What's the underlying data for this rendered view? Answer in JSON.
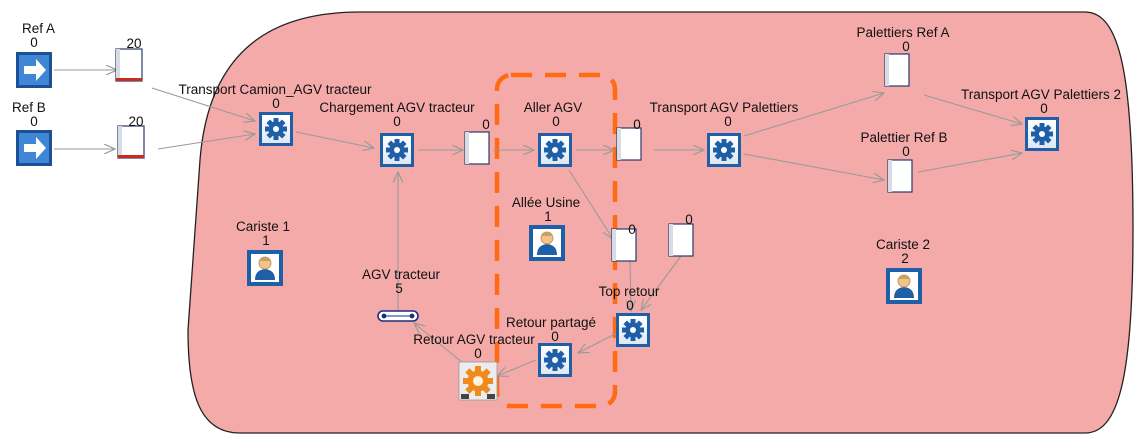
{
  "colors": {
    "zone_fill": "#f5aaaa",
    "zone_stroke": "#222222",
    "dashed_frame": "#ff6a13",
    "entry_icon": "#2a6fc4",
    "machine_icon": "#1e5fa8",
    "operator_icon": "#1e5fa8",
    "buffer_fill_bar": "#cc2a1a",
    "arrow": "#9a9a9a"
  },
  "icons": {
    "entry": "arrow-right-icon",
    "machine": "gear-icon",
    "buffer": "buffer-stock-icon",
    "operator": "operator-icon",
    "conveyor": "conveyor-icon",
    "assembly": "assembly-gear-icon"
  },
  "nodes": {
    "ref_a": {
      "label": "Ref A",
      "count": "0"
    },
    "ref_b": {
      "label": "Ref B",
      "count": "0"
    },
    "stock_a": {
      "count": "20"
    },
    "stock_b": {
      "count": "20"
    },
    "transport_camion": {
      "label": "Transport Camion_AGV tracteur",
      "count": "0"
    },
    "chargement": {
      "label": "Chargement AGV tracteur",
      "count": "0"
    },
    "buffer_after_chargement": {
      "count": "0"
    },
    "aller_agv": {
      "label": "Aller AGV",
      "count": "0"
    },
    "buffer_after_aller": {
      "count": "0"
    },
    "transport_palettiers": {
      "label": "Transport AGV Palettiers",
      "count": "0"
    },
    "palettiers_ref_a": {
      "label": "Palettiers Ref A",
      "count": "0"
    },
    "palettier_ref_b": {
      "label": "Palettier Ref B",
      "count": "0"
    },
    "transport_palettiers_2": {
      "label": "Transport AGV Palettiers 2",
      "count": "0"
    },
    "cariste_1": {
      "label": "Cariste 1",
      "count": "1"
    },
    "allee_usine": {
      "label": "Allée Usine",
      "count": "1"
    },
    "cariste_2": {
      "label": "Cariste 2",
      "count": "2"
    },
    "buffer_mid": {
      "count": "0"
    },
    "buffer_right": {
      "count": "0"
    },
    "agv_tracteur": {
      "label": "AGV tracteur",
      "count": "5"
    },
    "top_retour": {
      "label": "Top retour",
      "count": "0"
    },
    "retour_partage": {
      "label": "Retour partagé",
      "count": "0"
    },
    "retour_agv_tracteur": {
      "label": "Retour AGV tracteur",
      "count": "0"
    }
  }
}
